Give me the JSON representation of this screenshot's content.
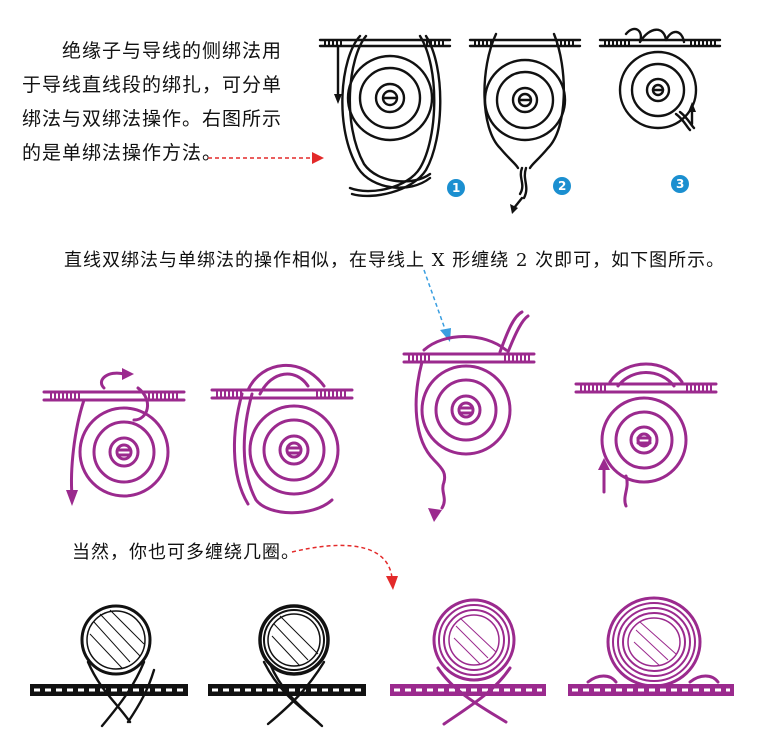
{
  "intro": {
    "text": "绝缘子与导线的侧绑法用于导线直线段的绑扎，可分单绑法与双绑法操作。右图所示的是单绑法操作方法。"
  },
  "step_badges": [
    "1",
    "2",
    "3"
  ],
  "double_tie": {
    "text": "直线双绑法与单绑法的操作相似，在导线上 X 形缠绕 2 次即可，如下图所示。"
  },
  "more_wraps": {
    "text": "当然，你也可多缠绕几圈。"
  },
  "colors": {
    "black_ink": "#111111",
    "magenta": "#9b2a8e",
    "badge_blue": "#1b8fd0",
    "red_arrow": "#e32a2a",
    "blue_arrow": "#3a9ee0"
  },
  "icons": [
    "insulator-single-tie",
    "insulator-double-tie",
    "wire-wrap-loop",
    "dashed-pointer-arrow"
  ]
}
